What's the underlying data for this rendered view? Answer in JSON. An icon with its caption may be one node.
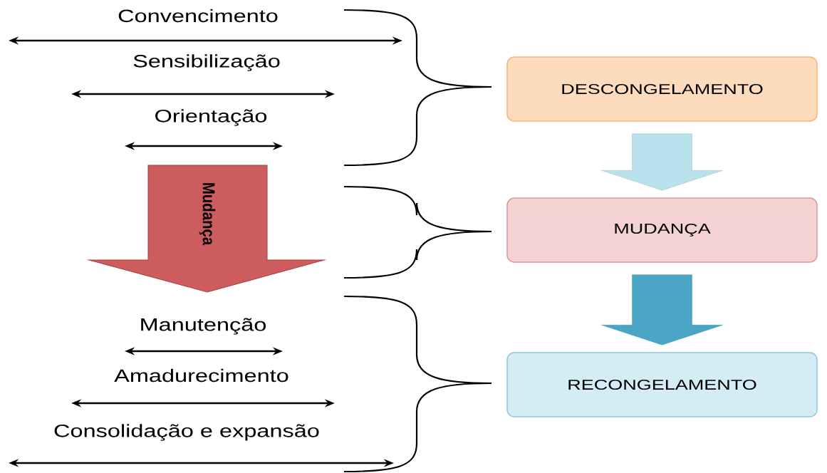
{
  "diagram": {
    "nodes": [
      {
        "text": [
          "DESCONGELAMENTO"
        ]
      },
      {
        "text": [
          "MUDANÇA"
        ]
      },
      {
        "text": [
          "RECONGELAMENTO"
        ]
      },
      {
        "text": [
          "Mudança"
        ]
      }
    ],
    "edges": [
      {
        "from": 0,
        "to": 1,
        "arrow": "to",
        "color": "#b9e1ec"
      },
      {
        "from": 1,
        "to": 2,
        "arrow": "to",
        "color": "#4aa6c4"
      }
    ],
    "labels": [
      "Convencimento",
      "Sensibilização",
      "Orientação",
      "Manutenção",
      "Amadurecimento",
      "Consolidação e expansão"
    ]
  }
}
